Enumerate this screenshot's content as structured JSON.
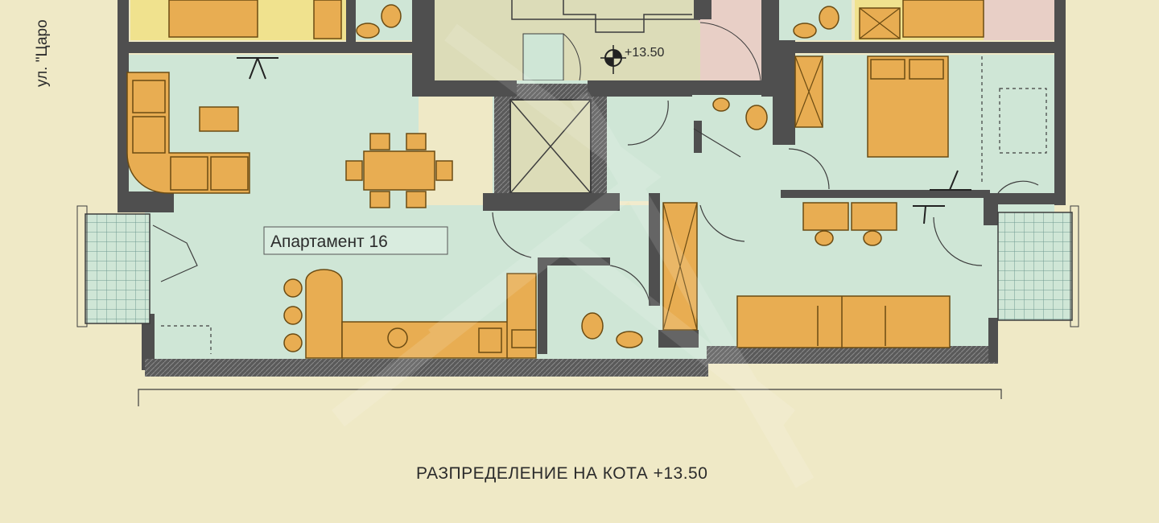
{
  "plan": {
    "street_label": "ул. \"Царо",
    "apartment_label": "Апартамент 16",
    "level_mark": "+13.50",
    "caption": "РАЗПРЕДЕЛЕНИЕ НА КОТА  +13.50"
  },
  "colors": {
    "paper": "#efe9c6",
    "floor_main": "#cfe6d6",
    "stair_hall": "#dcdcb8",
    "pink_room": "#e8cfc6",
    "yellow_room": "#f0e28e",
    "furniture": "#e8ad52",
    "wall": "#4a4a4a",
    "balcony_tile": "#9fbfb5"
  },
  "icons": [
    "level-marker-icon",
    "wall-lamp-icon",
    "elevator-icon",
    "toilet-icon",
    "sink-icon",
    "bed-icon",
    "sofa-icon",
    "dining-table-icon",
    "kitchen-counter-icon",
    "stove-icon",
    "balcony-icon",
    "watermark-logo"
  ]
}
